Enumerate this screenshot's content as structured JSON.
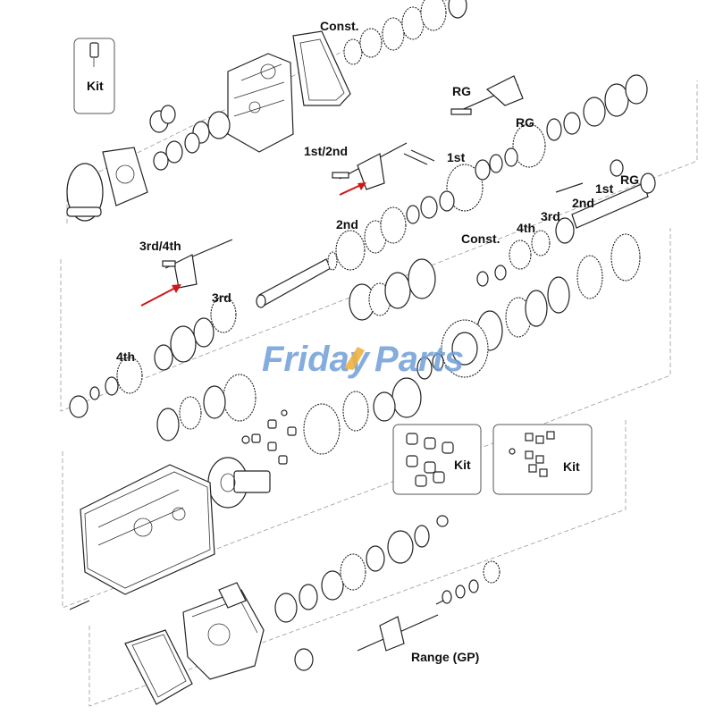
{
  "labels": {
    "const_top": "Const.",
    "rg_fork": "RG",
    "rg_gear": "RG",
    "first_second": "1st/2nd",
    "first_gear": "1st",
    "third_fourth": "3rd/4th",
    "second_mid": "2nd",
    "const_mid": "Const.",
    "fourth_right": "4th",
    "third_right": "3rd",
    "second_right": "2nd",
    "first_right": "1st",
    "rg_right": "RG",
    "third_left": "3rd",
    "fourth_left": "4th",
    "range_gp": "Range (GP)"
  },
  "kits": {
    "kit1": "Kit",
    "kit2": "Kit",
    "kit3": "Kit"
  },
  "watermark": {
    "text_a": "Friday",
    "text_b": "Parts"
  },
  "colors": {
    "watermark_blue": "#6f9ed6",
    "watermark_orange": "#f0b040",
    "arrow_red": "#d01818"
  }
}
